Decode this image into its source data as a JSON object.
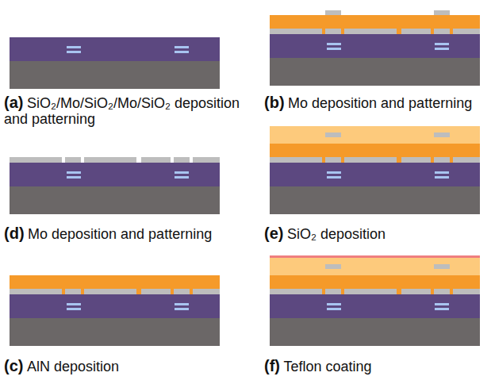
{
  "diagram": {
    "labels": [
      "(a)",
      "SiO₂/Mo/SiO₂/Mo/SiO₂ deposition and patterning",
      "(b)",
      "Mo deposition and patterning",
      "(d)",
      "Mo deposition and patterning",
      "(e)",
      "SiO₂ deposition",
      "(c)",
      "AlN deposition",
      "(f)",
      "Teflon coating"
    ]
  }
}
